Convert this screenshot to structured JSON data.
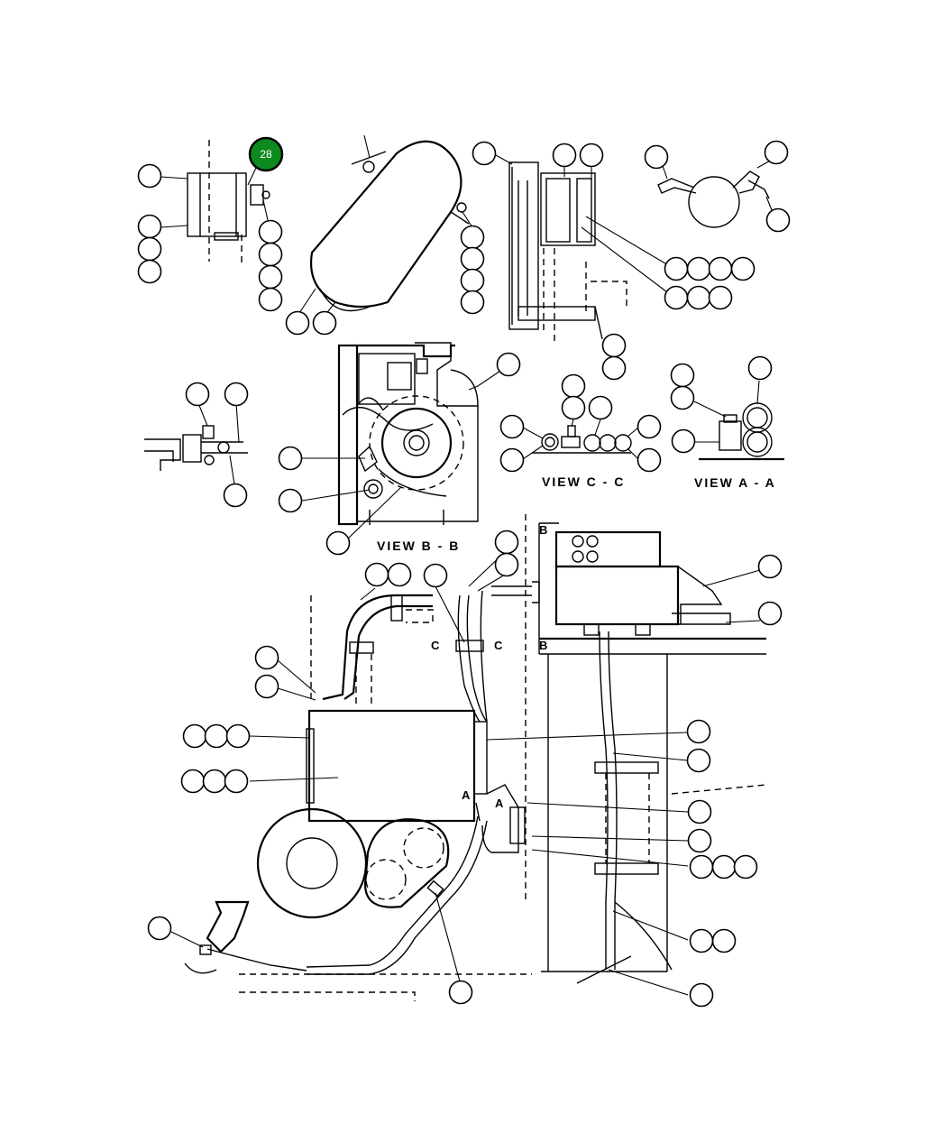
{
  "highlight": {
    "label": "28",
    "color": "#0c8a1e"
  },
  "views": {
    "view_b": "VIEW B - B",
    "view_c": "VIEW C - C",
    "view_a": "VIEW A - A"
  },
  "section_marks": {
    "b": "B",
    "c": "C",
    "a": "A"
  }
}
